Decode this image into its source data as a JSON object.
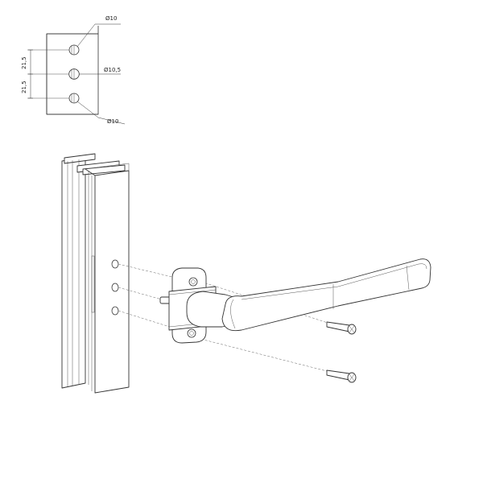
{
  "drilling_template": {
    "top_hole_label": "Ø10",
    "middle_hole_label": "Ø10,5",
    "bottom_hole_label": "Ø10",
    "upper_spacing_label": "21,5",
    "lower_spacing_label": "21,5"
  },
  "illustration": {
    "parts": [
      "frame-profile",
      "window-handle",
      "handle-base",
      "screw-top",
      "screw-bottom"
    ]
  }
}
